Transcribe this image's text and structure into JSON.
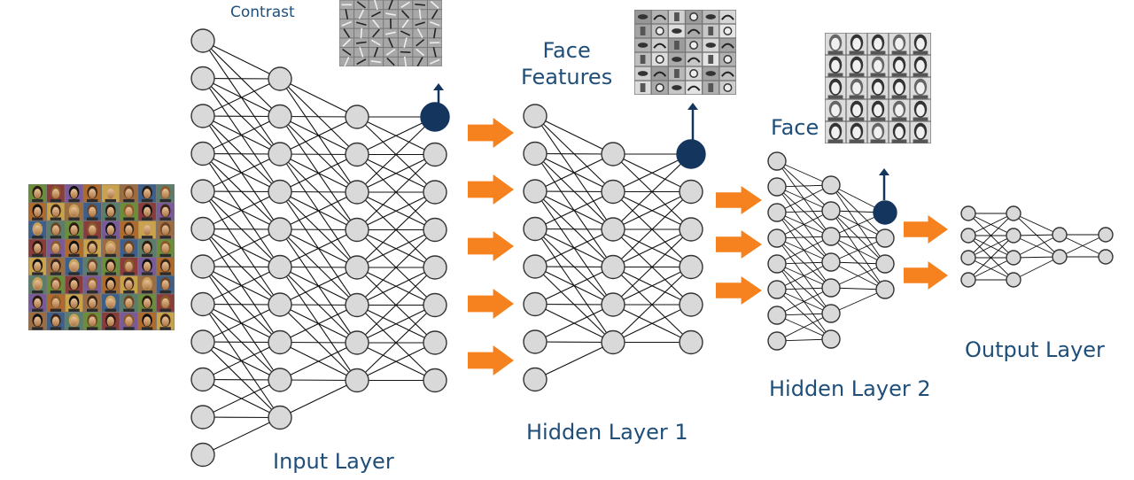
{
  "labels": {
    "contrast": "Contrast",
    "face_features_line1": "Face",
    "face_features_line2": "Features",
    "face": "Face",
    "input_layer": "Input Layer",
    "hidden_layer_1": "Hidden Layer 1",
    "hidden_layer_2": "Hidden Layer 2",
    "output_layer": "Output Layer"
  },
  "colors": {
    "node_fill": "#d9d9d9",
    "node_stroke": "#333333",
    "edge": "#111111",
    "highlight_node": "#14365e",
    "arrow": "#f5821f",
    "label": "#1f4e79"
  },
  "networks": [
    {
      "layers": [
        12,
        10,
        8,
        8
      ],
      "highlight": {
        "layer": 3,
        "node": 0
      }
    },
    {
      "layers": [
        8,
        6,
        6
      ],
      "highlight": {
        "layer": 2,
        "node": 0
      }
    },
    {
      "layers": [
        8,
        7,
        4
      ],
      "highlight": {
        "layer": 2,
        "node": 0
      }
    },
    {
      "layers": [
        4,
        4,
        2,
        2
      ],
      "highlight": null
    }
  ],
  "thumbnails": {
    "input_faces": {
      "rows": 8,
      "cols": 8
    },
    "edge_filters": {
      "rows": 7,
      "cols": 7
    },
    "face_feature_filters": {
      "rows": 6,
      "cols": 6
    },
    "face_prototypes": {
      "rows": 5,
      "cols": 5
    }
  },
  "arrow_groups": [
    5,
    3,
    2
  ]
}
